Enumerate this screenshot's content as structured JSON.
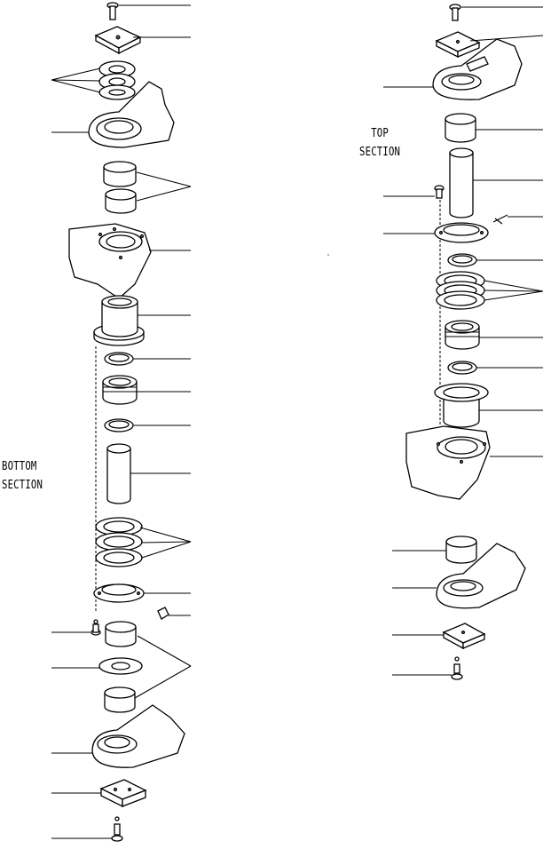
{
  "labels": {
    "top_line1": "TOP",
    "top_line2": "SECTION",
    "bottom_line1": "BOTTOM",
    "bottom_line2": "SECTION"
  }
}
